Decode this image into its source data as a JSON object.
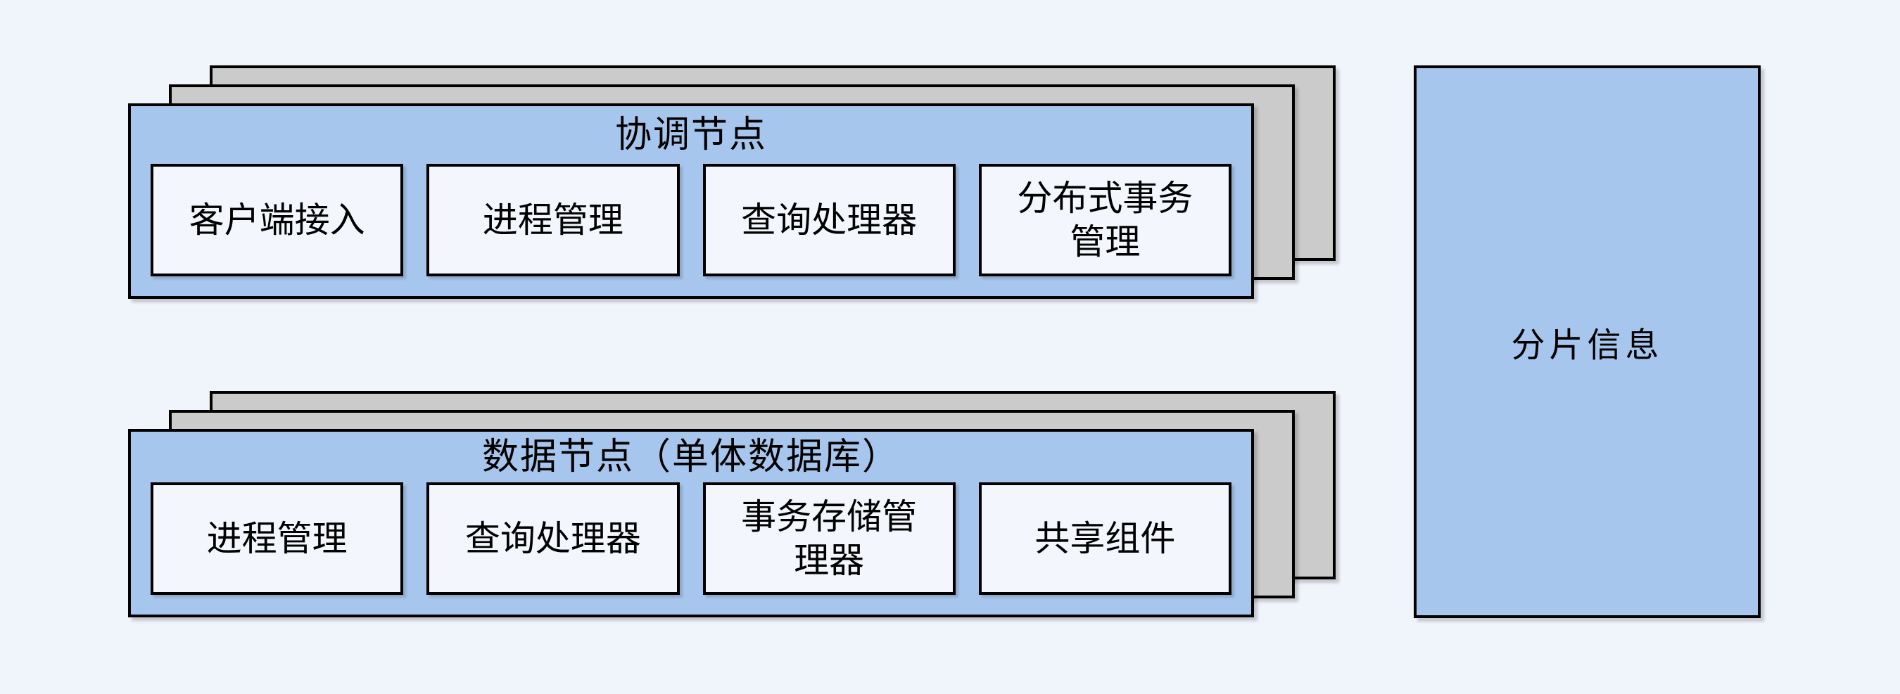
{
  "colors": {
    "background": "#f0f4fb",
    "node_fill": "#a7c6ed",
    "stack_fill": "#cbcbcb",
    "module_fill": "#f3f7fd",
    "border": "#000000",
    "text": "#000000"
  },
  "coordinator_node": {
    "title": "协调节点",
    "stack_count": 3,
    "modules": [
      "客户端接入",
      "进程管理",
      "查询处理器",
      "分布式事务\n管理"
    ]
  },
  "data_node": {
    "title": "数据节点（单体数据库）",
    "stack_count": 3,
    "modules": [
      "进程管理",
      "查询处理器",
      "事务存储管\n理器",
      "共享组件"
    ]
  },
  "shard_info": {
    "label": "分片信息"
  }
}
